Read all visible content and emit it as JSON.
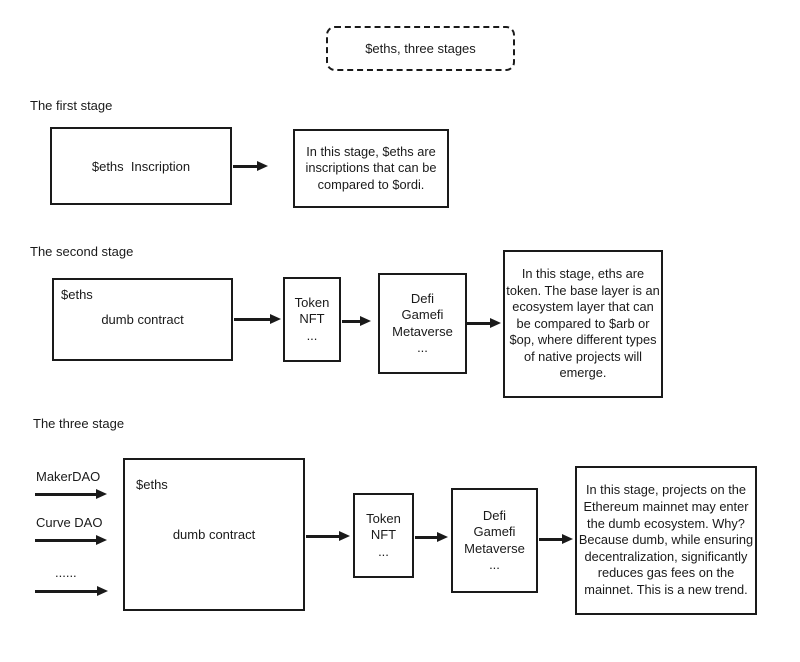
{
  "title": {
    "label": "$eths, three stages"
  },
  "stage1": {
    "label": "The first stage",
    "inscription_box": "$eths  Inscription",
    "description_box": "In this stage, $eths are\ninscriptions that can be\ncompared to $ordi."
  },
  "stage2": {
    "label": "The second stage",
    "contract_tag": "$eths",
    "contract_box": "dumb contract",
    "token_box": "Token\nNFT\n...",
    "defi_box": "Defi\nGamefi\nMetaverse\n...",
    "description_box": "In this stage, eths are\ntoken. The base layer is an\necosystem layer that can\nbe compared to $arb or\n$op, where different types\nof native projects will\nemerge."
  },
  "stage3": {
    "label": "The three stage",
    "inputs": [
      "MakerDAO",
      "Curve DAO",
      "......"
    ],
    "contract_tag": "$eths",
    "contract_box": "dumb contract",
    "token_box": "Token\nNFT\n...",
    "defi_box": "Defi\nGamefi\nMetaverse\n...",
    "description_box": "In this stage, projects on the\nEthereum mainnet may enter\nthe dumb ecosystem. Why?\nBecause dumb, while ensuring\ndecentralization, significantly\nreduces gas fees on the\nmainnet. This is a new trend."
  },
  "colors": {
    "ink": "#1a1a1a",
    "canvas": "#ffffff"
  }
}
